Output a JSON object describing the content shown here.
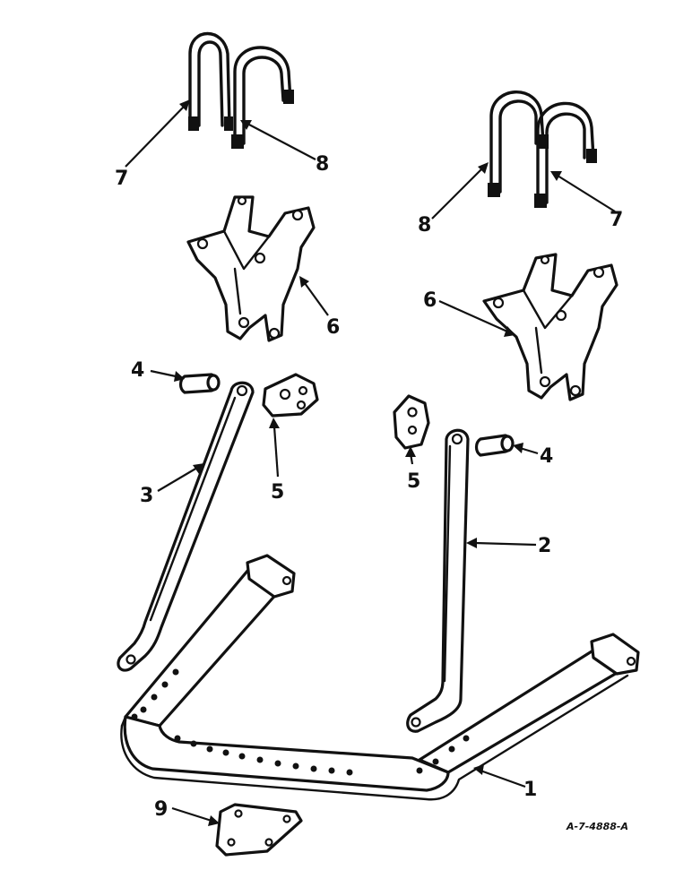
{
  "callouts": {
    "c1": "1",
    "c2": "2",
    "c3": "3",
    "c4_left": "4",
    "c4_right": "4",
    "c5_left": "5",
    "c5_right": "5",
    "c6_left": "6",
    "c6_right": "6",
    "c7_left": "7",
    "c7_right": "7",
    "c8_left": "8",
    "c8_right": "8",
    "c9": "9"
  },
  "reference_code": "A-7-4888-A"
}
